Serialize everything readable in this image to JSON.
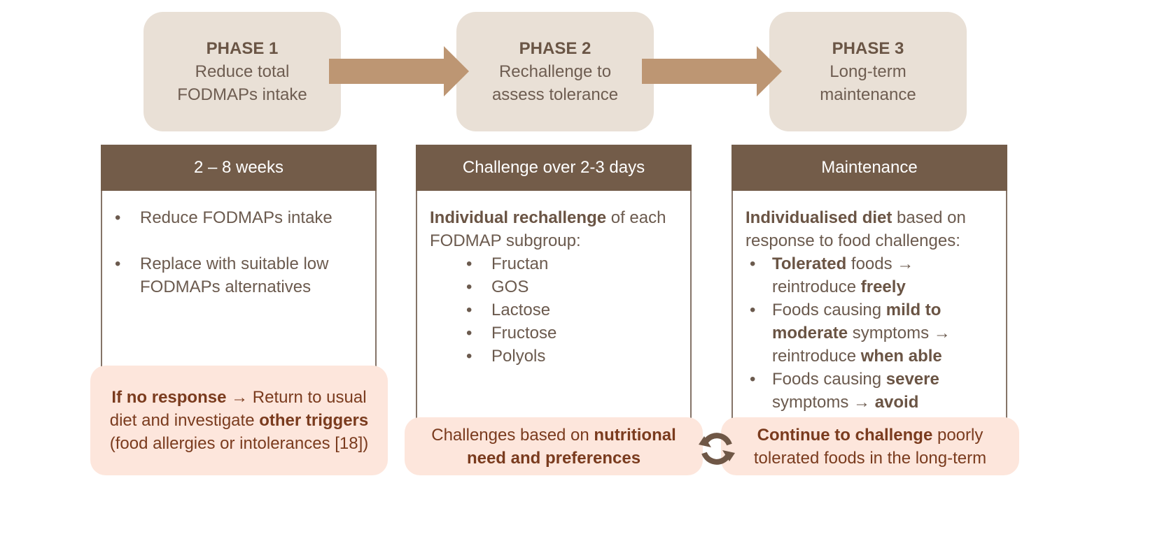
{
  "phases": [
    {
      "title": "PHASE 1",
      "line1": "Reduce total",
      "line2": "FODMAPs intake"
    },
    {
      "title": "PHASE 2",
      "line1": "Rechallenge to",
      "line2": "assess tolerance"
    },
    {
      "title": "PHASE 3",
      "line1": "Long-term",
      "line2": "maintenance"
    }
  ],
  "columns": [
    {
      "header": "2 – 8 weeks",
      "bullets": [
        "Reduce FODMAPs intake",
        "Replace with suitable low FODMAPs alternatives"
      ]
    },
    {
      "header": "Challenge over 2-3 days",
      "intro_bold": "Individual rechallenge",
      "intro_rest": " of each FODMAP subgroup:",
      "subgroups": [
        "Fructan",
        "GOS",
        "Lactose",
        "Fructose",
        "Polyols"
      ]
    },
    {
      "header": "Maintenance",
      "intro_bold": "Individualised diet",
      "intro_rest": " based on response to food challenges:",
      "items": [
        {
          "b1": "Tolerated",
          "t1": " foods → reintroduce ",
          "b2": "freely",
          "t2": ""
        },
        {
          "b1": "",
          "t1": "Foods causing ",
          "b2": "mild to moderate",
          "t2": " symptoms → reintroduce ",
          "b3": "when able"
        },
        {
          "b1": "",
          "t1": "Foods causing ",
          "b2": "severe",
          "t2": " symptoms → ",
          "b3": "avoid"
        }
      ]
    }
  ],
  "notes": {
    "phase1": {
      "bold1": "If no response",
      "text1": " → Return to usual diet and investigate ",
      "bold2": "other triggers",
      "text2": " (food allergies or intolerances [18])"
    },
    "phase2": {
      "text1": "Challenges based on ",
      "bold1": "nutritional need and preferences"
    },
    "phase3": {
      "bold1": "Continue to challenge",
      "text1": " poorly tolerated foods in the long-term"
    }
  },
  "icons": {
    "arrows": "right-arrow-icon",
    "cycle": "cycle-icon"
  },
  "colors": {
    "phase_box": "#e9e0d6",
    "arrow": "#bd9673",
    "column_header": "#735c49",
    "note_bg": "#fde6dc",
    "note_text": "#7a3b1e",
    "body_text": "#6b5a4e"
  }
}
